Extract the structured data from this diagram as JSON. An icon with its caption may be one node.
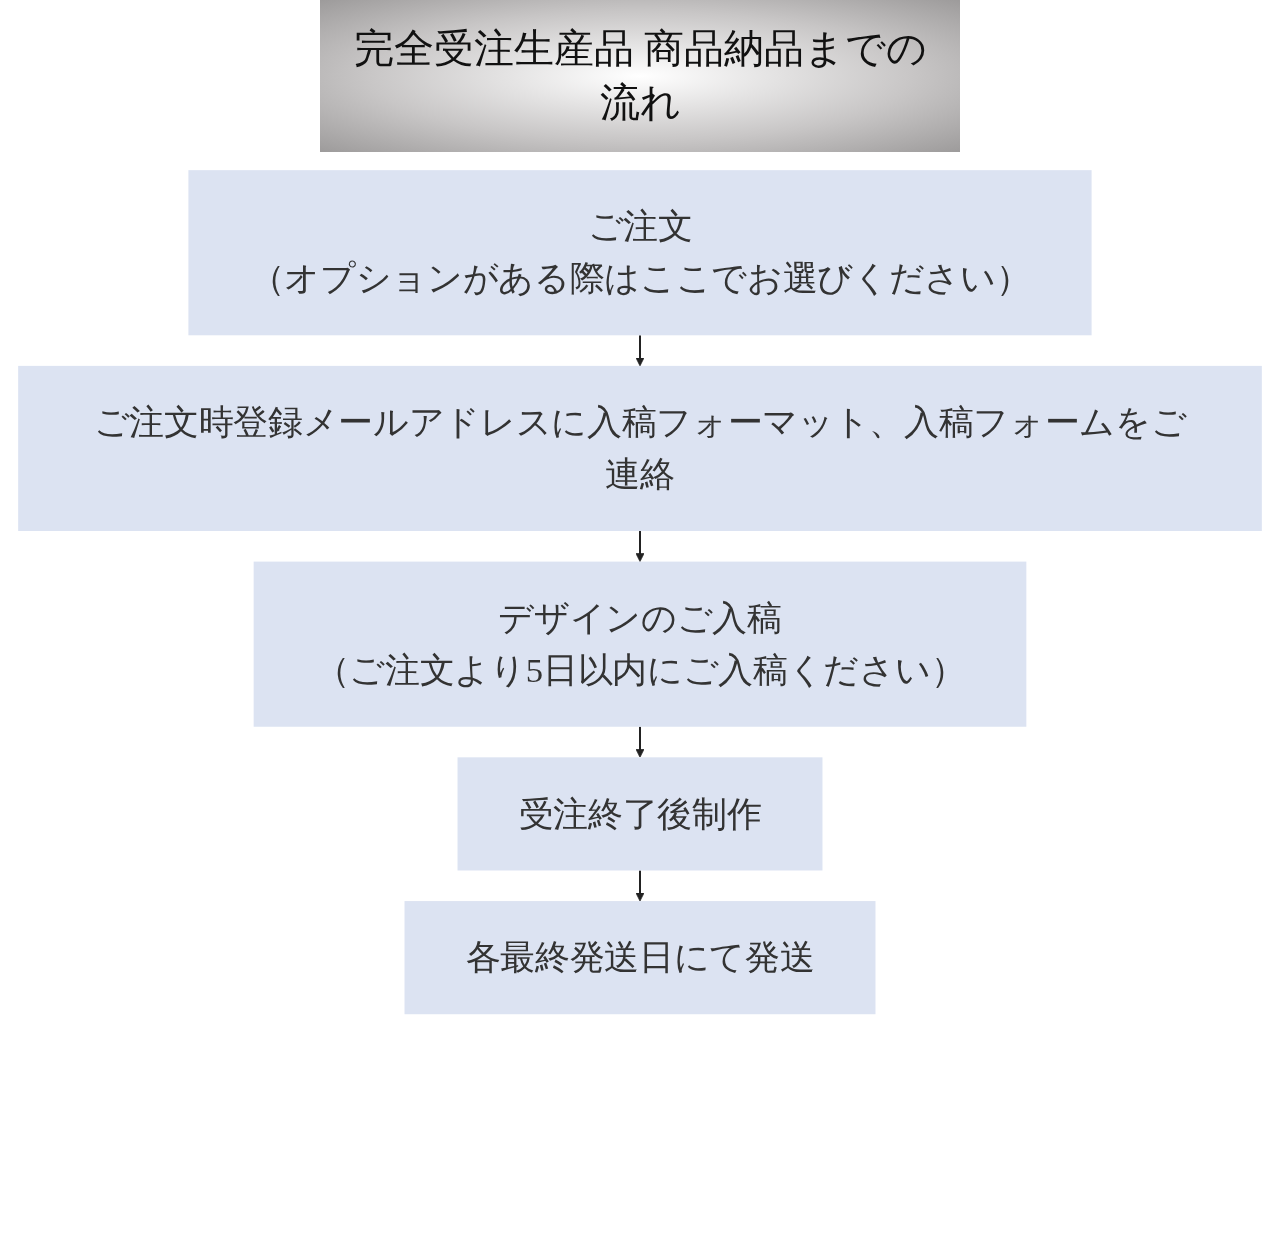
{
  "diagram": {
    "title": "完全受注生産品 商品納品までの流れ",
    "nodes": [
      {
        "text": [
          "ご注文",
          "（オプションがある際はここでお選びください）"
        ]
      },
      {
        "text": [
          "ご注文時登録メールアドレスに入稿フォーマット、入稿フォームをご連絡"
        ]
      },
      {
        "text": [
          "デザインのご入稿",
          "（ご注文より5日以内にご入稿ください）"
        ]
      },
      {
        "text": [
          "受注終了後制作"
        ]
      },
      {
        "text": [
          "各最終発送日にて発送"
        ]
      }
    ],
    "edges": [
      {
        "from": 0,
        "to": 1,
        "arrow": "to"
      },
      {
        "from": 1,
        "to": 2,
        "arrow": "to"
      },
      {
        "from": 2,
        "to": 3,
        "arrow": "to"
      },
      {
        "from": 3,
        "to": 4,
        "arrow": "to"
      }
    ]
  }
}
